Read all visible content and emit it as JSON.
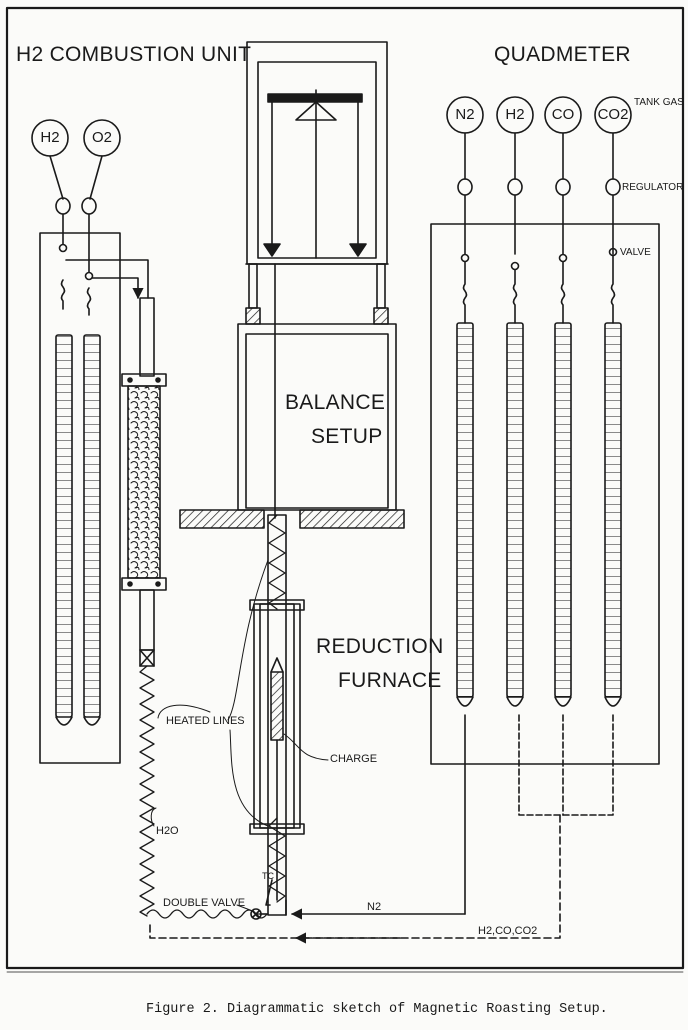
{
  "combustion_unit": {
    "title": "H2 COMBUSTION UNIT",
    "gases": [
      "H2",
      "O2"
    ]
  },
  "quadmeter": {
    "title": "QUADMETER",
    "gases": [
      "N2",
      "H2",
      "CO",
      "CO2"
    ],
    "tank_gas_label": "TANK GAS",
    "regulator_label": "REGULATOR",
    "valve_label": "VALVE"
  },
  "balance_label": {
    "line1": "BALANCE",
    "line2": "SETUP"
  },
  "furnace_label": {
    "line1": "REDUCTION",
    "line2": "FURNACE"
  },
  "labels": {
    "heated_lines": "HEATED LINES",
    "charge": "CHARGE",
    "water": "H2O",
    "double_valve": "DOUBLE VALVE",
    "thermocouple": "TC",
    "n2_line": "N2",
    "mix_line": "H2,CO,CO2"
  },
  "caption": "Figure 2.  Diagrammatic sketch of Magnetic Roasting Setup."
}
